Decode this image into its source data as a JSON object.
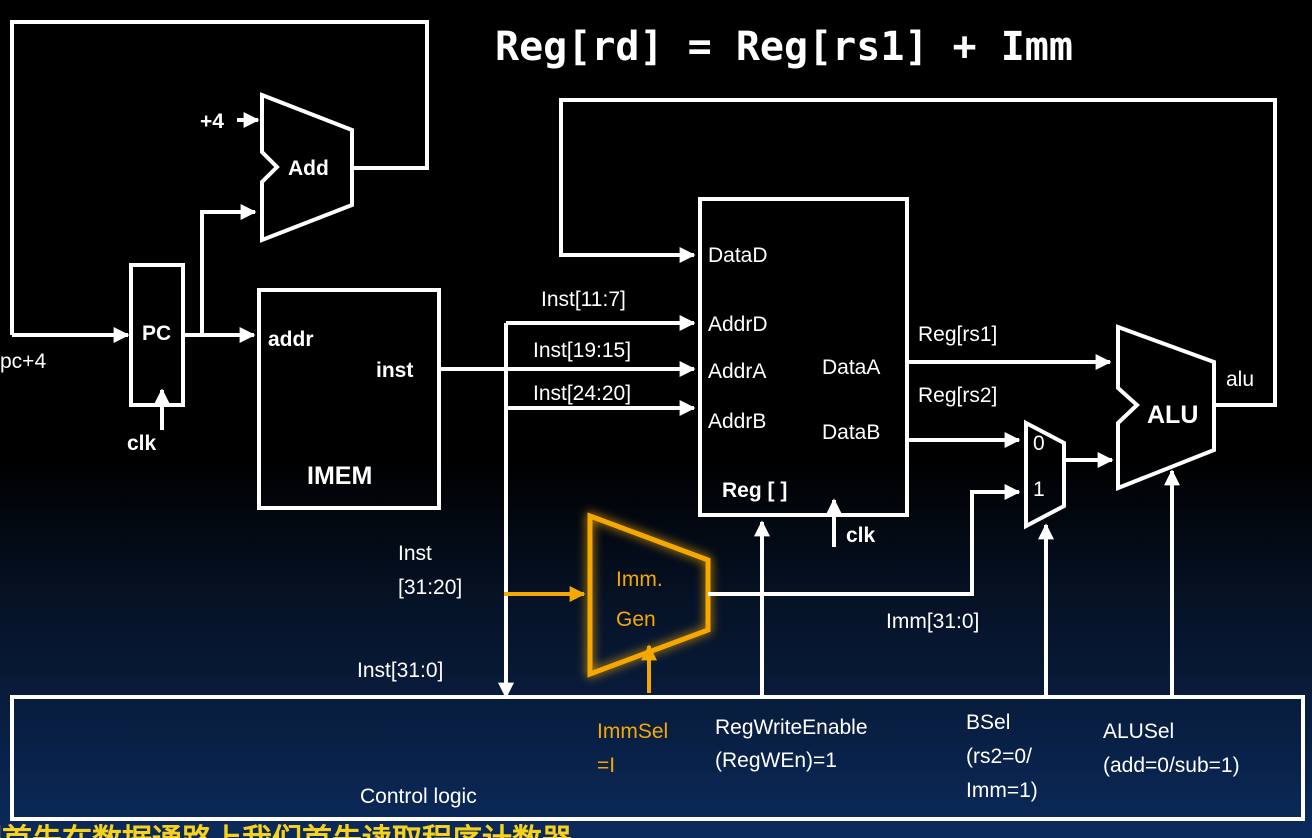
{
  "title": "Reg[rd] = Reg[rs1] + Imm",
  "pc": {
    "label": "PC",
    "input": "pc+4",
    "clk": "clk"
  },
  "adder": {
    "label": "Add",
    "const": "+4"
  },
  "imem": {
    "name": "IMEM",
    "addr": "addr",
    "inst": "inst"
  },
  "regfile": {
    "name": "Reg [ ]",
    "clk": "clk",
    "ports": [
      "DataD",
      "AddrD",
      "AddrA",
      "AddrB",
      "DataA",
      "DataB"
    ]
  },
  "fields": {
    "rd": "Inst[11:7]",
    "rs1": "Inst[19:15]",
    "rs2": "Inst[24:20]",
    "imm_line1": "Inst",
    "imm_line2": "[31:20]",
    "all": "Inst[31:0]"
  },
  "wires": {
    "rs1": "Reg[rs1]",
    "rs2": "Reg[rs2]",
    "imm": "Imm[31:0]",
    "alu_out": "alu"
  },
  "immgen": {
    "line1": "Imm.",
    "line2": "Gen"
  },
  "mux": {
    "in0": "0",
    "in1": "1"
  },
  "alu": {
    "label": "ALU"
  },
  "control": {
    "name": "Control logic",
    "immsel": [
      "ImmSel",
      "=I"
    ],
    "regwen": [
      "RegWriteEnable",
      "(RegWEn)=1"
    ],
    "bsel": [
      "BSel",
      "(rs2=0/",
      "Imm=1)"
    ],
    "alusel": [
      "ALUSel",
      "(add=0/sub=1)"
    ]
  },
  "caption": "们首先在数据通路上我们首先读取程序计数器",
  "colors": {
    "wire": "#ffffff",
    "highlight": "#f5a800",
    "background": "#000000",
    "caption": "#f7d21c"
  }
}
